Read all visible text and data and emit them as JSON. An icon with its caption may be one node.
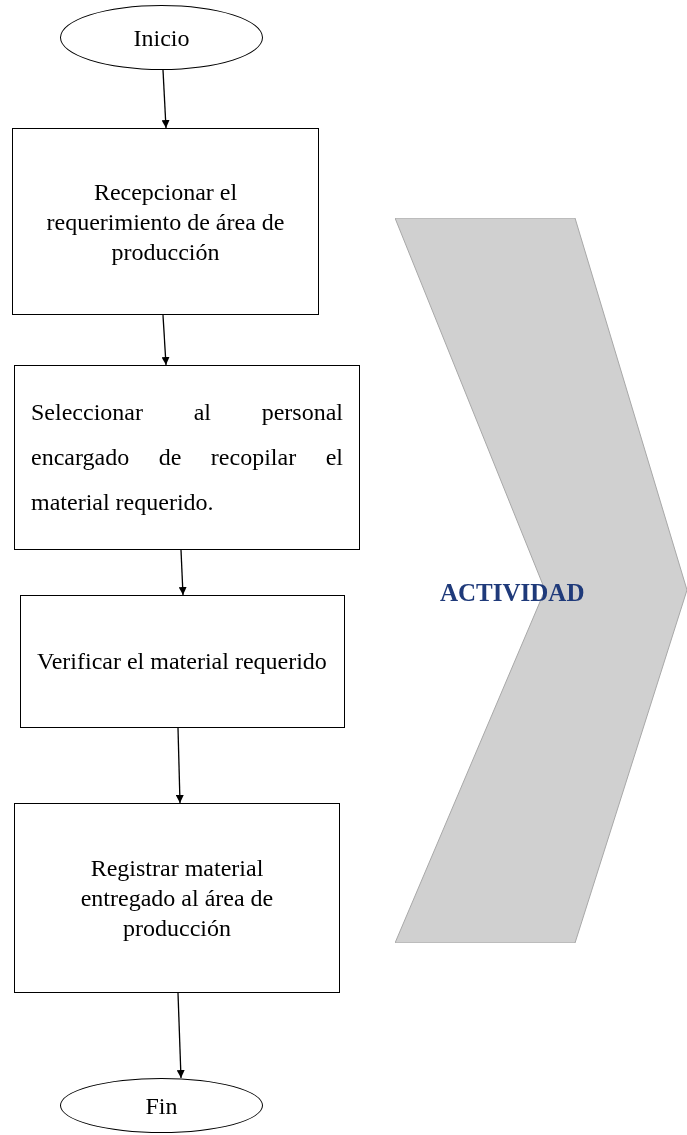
{
  "diagram": {
    "nodes": [
      {
        "text": [
          "Inicio"
        ]
      },
      {
        "text": [
          "Recepcionar el requerimiento de área de producción"
        ]
      },
      {
        "text": [
          "Seleccionar al personal encargado de recopilar el material requerido."
        ]
      },
      {
        "text": [
          "Verificar el material requerido"
        ]
      },
      {
        "text": [
          "Registrar material entregado al área de producción"
        ]
      },
      {
        "text": [
          "Fin"
        ]
      },
      {
        "text": [
          "ACTIVIDAD"
        ]
      }
    ],
    "edges": [
      {
        "from": 0,
        "to": 1,
        "arrow": "to"
      },
      {
        "from": 1,
        "to": 2,
        "arrow": "to"
      },
      {
        "from": 2,
        "to": 3,
        "arrow": "to"
      },
      {
        "from": 3,
        "to": 4,
        "arrow": "to"
      },
      {
        "from": 4,
        "to": 5,
        "arrow": "to"
      }
    ]
  }
}
